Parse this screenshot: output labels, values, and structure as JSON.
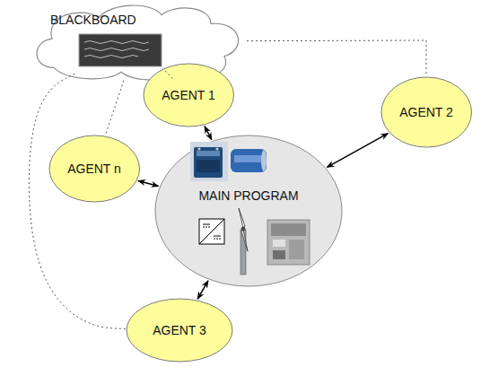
{
  "diagram": {
    "nodes": [
      {
        "text": [
          "BLACKBOARD"
        ]
      },
      {
        "text": [
          "AGENT 1"
        ]
      },
      {
        "text": [
          "AGENT 2"
        ]
      },
      {
        "text": [
          "AGENT n"
        ]
      },
      {
        "text": [
          "MAIN PROGRAM"
        ]
      },
      {
        "text": [
          "AGENT 3"
        ]
      }
    ],
    "edges": [
      {
        "from": 0,
        "to": 1,
        "arrow": "none"
      },
      {
        "from": 0,
        "to": 2,
        "arrow": "none"
      },
      {
        "from": 0,
        "to": 3,
        "arrow": "none"
      },
      {
        "from": 0,
        "to": 5,
        "arrow": "none"
      },
      {
        "from": 1,
        "to": 4,
        "arrow": "both"
      },
      {
        "from": 2,
        "to": 4,
        "arrow": "both"
      },
      {
        "from": 3,
        "to": 4,
        "arrow": "both"
      },
      {
        "from": 5,
        "to": 4,
        "arrow": "both"
      }
    ]
  }
}
